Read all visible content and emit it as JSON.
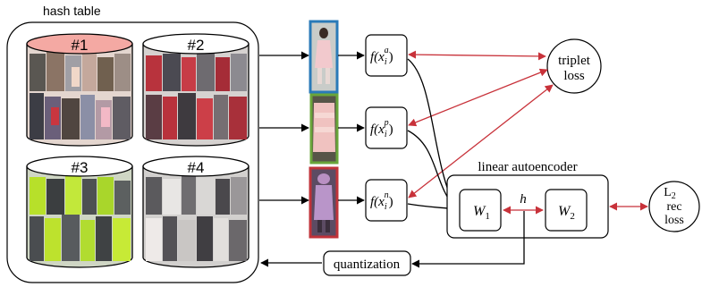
{
  "hash_table": {
    "title": "hash table",
    "buckets": [
      {
        "label": "#1",
        "color": "#f4a9a3"
      },
      {
        "label": "#2",
        "color": "#ffffff"
      },
      {
        "label": "#3",
        "color": "#ffffff"
      },
      {
        "label": "#4",
        "color": "#ffffff"
      }
    ]
  },
  "samples": [
    {
      "role": "anchor",
      "border_color": "#2a7ab8"
    },
    {
      "role": "positive",
      "border_color": "#6aa53a"
    },
    {
      "role": "negative",
      "border_color": "#c0333a"
    }
  ],
  "features": {
    "f_prefix": "f(x",
    "subscript": "i",
    "superscripts": [
      "a",
      "p",
      "n"
    ],
    "suffix": ")"
  },
  "triplet_loss": {
    "line1": "triplet",
    "line2": "loss"
  },
  "autoencoder": {
    "title": "linear autoencoder",
    "w1": {
      "main": "W",
      "sub": "1"
    },
    "w2": {
      "main": "W",
      "sub": "2"
    },
    "hidden": "h"
  },
  "rec_loss": {
    "line1_main": "L",
    "line1_sub": "2",
    "line2": "rec",
    "line3": "loss"
  },
  "quantization": {
    "label": "quantization"
  },
  "colors": {
    "arrow_red": "#c8323a",
    "arrow_black": "#000000"
  }
}
